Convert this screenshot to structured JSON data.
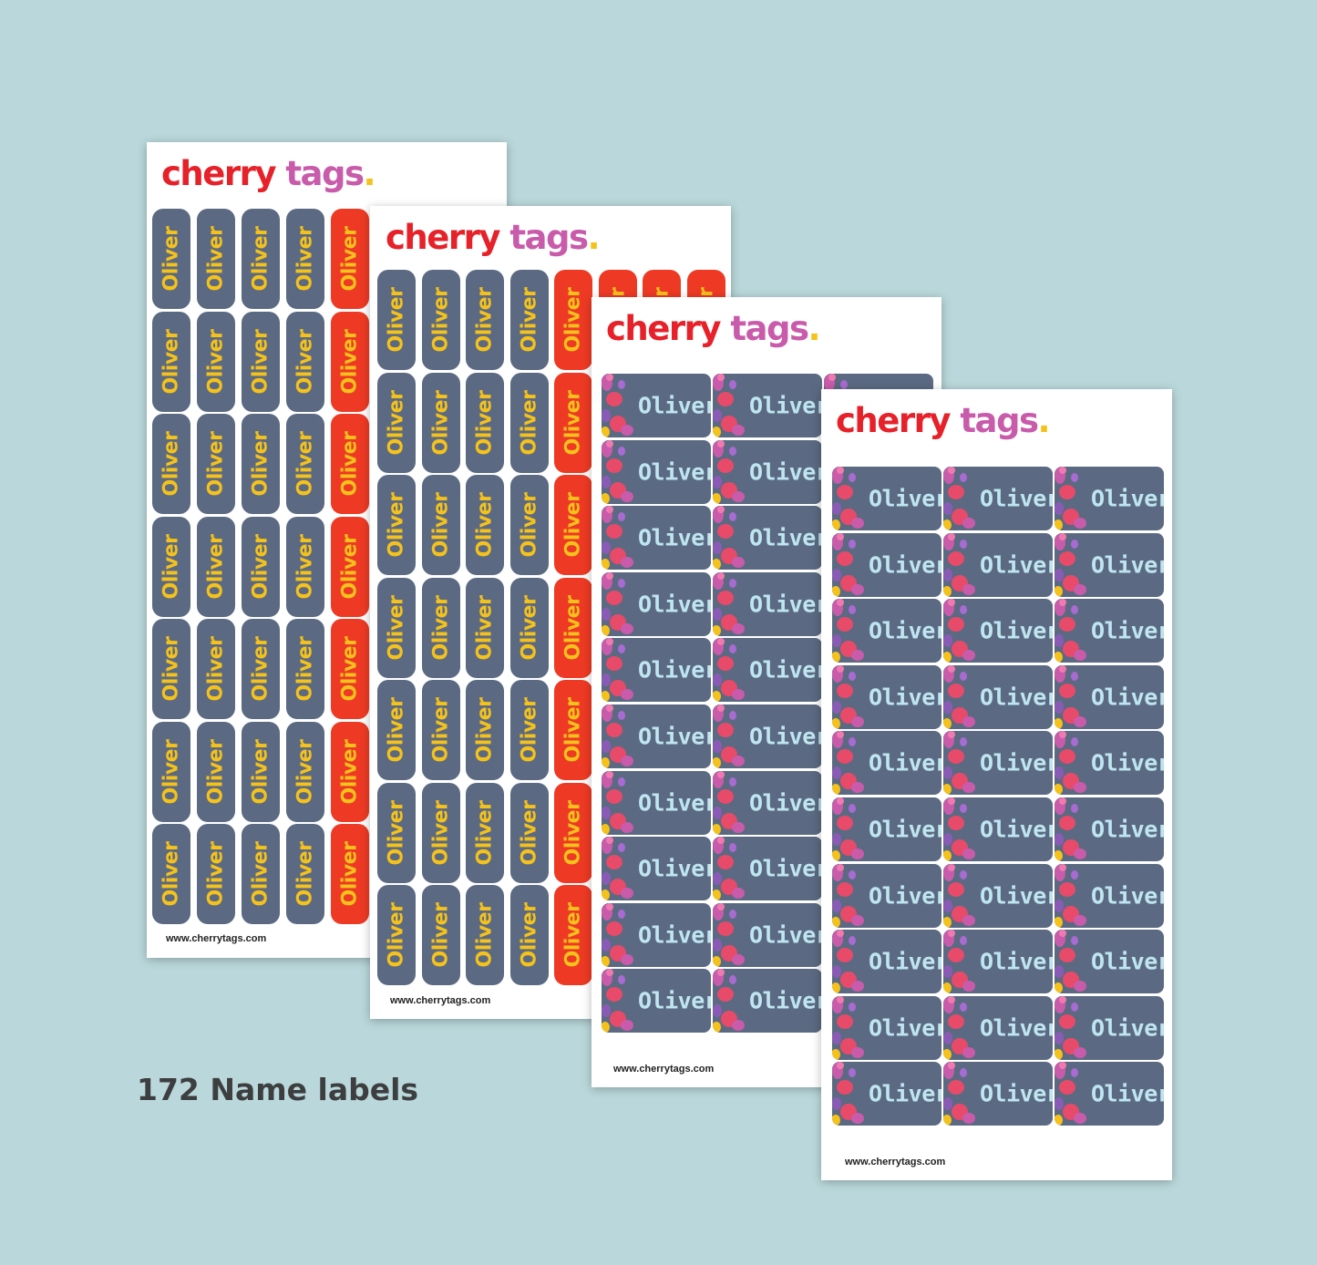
{
  "brand": {
    "word1": "cherry",
    "word2": "tags",
    "dot": "."
  },
  "website": "www.cherrytags.com",
  "label_name": "Oliver",
  "caption": "172 Name labels",
  "colors": {
    "background": "#bad8db",
    "label_slate": "#5b6a82",
    "label_red": "#ee3a24",
    "text_yellow": "#f5c21b",
    "text_lightblue": "#bfe6f0",
    "logo_red": "#e62129",
    "logo_pink": "#c95bab"
  }
}
